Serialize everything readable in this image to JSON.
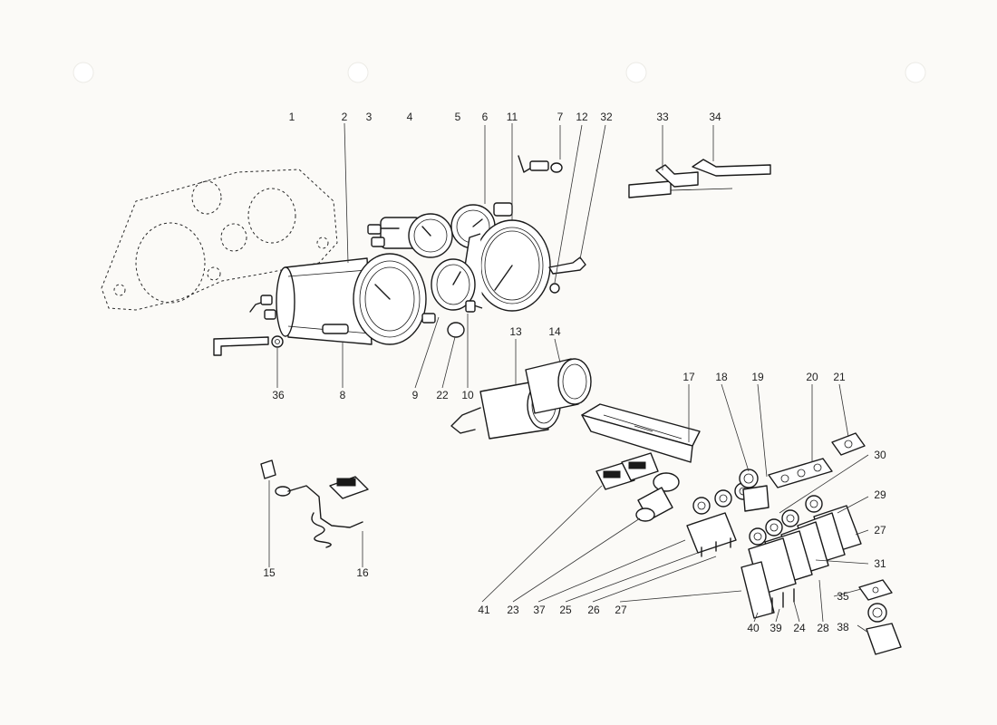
{
  "labels": [
    {
      "id": "l1",
      "text": "1"
    },
    {
      "id": "l2",
      "text": "2"
    },
    {
      "id": "l3",
      "text": "3"
    },
    {
      "id": "l4",
      "text": "4"
    },
    {
      "id": "l5",
      "text": "5"
    },
    {
      "id": "l6",
      "text": "6"
    },
    {
      "id": "l11",
      "text": "11"
    },
    {
      "id": "l7",
      "text": "7"
    },
    {
      "id": "l12",
      "text": "12"
    },
    {
      "id": "l32",
      "text": "32"
    },
    {
      "id": "l33",
      "text": "33"
    },
    {
      "id": "l34",
      "text": "34"
    },
    {
      "id": "l36",
      "text": "36"
    },
    {
      "id": "l8",
      "text": "8"
    },
    {
      "id": "l9",
      "text": "9"
    },
    {
      "id": "l22",
      "text": "22"
    },
    {
      "id": "l10",
      "text": "10"
    },
    {
      "id": "l13",
      "text": "13"
    },
    {
      "id": "l14",
      "text": "14"
    },
    {
      "id": "l17",
      "text": "17"
    },
    {
      "id": "l18",
      "text": "18"
    },
    {
      "id": "l19",
      "text": "19"
    },
    {
      "id": "l20",
      "text": "20"
    },
    {
      "id": "l21",
      "text": "21"
    },
    {
      "id": "l30",
      "text": "30"
    },
    {
      "id": "l29",
      "text": "29"
    },
    {
      "id": "l27a",
      "text": "27"
    },
    {
      "id": "l31",
      "text": "31"
    },
    {
      "id": "l35",
      "text": "35"
    },
    {
      "id": "l38",
      "text": "38"
    },
    {
      "id": "l15",
      "text": "15"
    },
    {
      "id": "l16",
      "text": "16"
    },
    {
      "id": "l41",
      "text": "41"
    },
    {
      "id": "l23",
      "text": "23"
    },
    {
      "id": "l37",
      "text": "37"
    },
    {
      "id": "l25",
      "text": "25"
    },
    {
      "id": "l26",
      "text": "26"
    },
    {
      "id": "l27b",
      "text": "27"
    },
    {
      "id": "l40",
      "text": "40"
    },
    {
      "id": "l39",
      "text": "39"
    },
    {
      "id": "l24",
      "text": "24"
    },
    {
      "id": "l28",
      "text": "28"
    }
  ]
}
